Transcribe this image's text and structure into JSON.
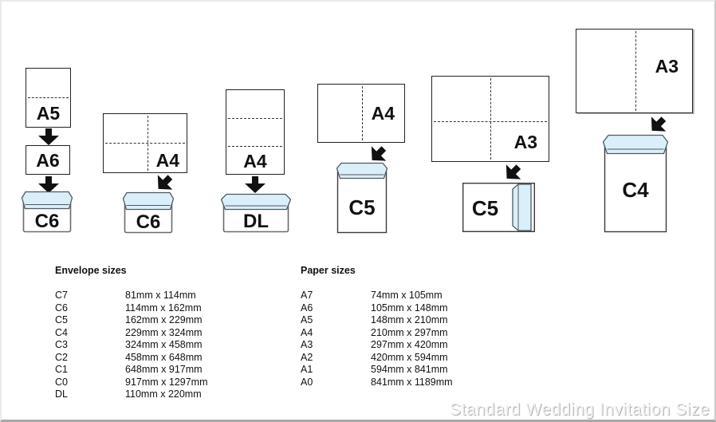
{
  "watermark": "Standard Wedding Invitation Size",
  "diagram": {
    "group1": {
      "paper_top": "A5",
      "paper_mid": "A6",
      "envelope": "C6"
    },
    "group2": {
      "paper": "A4",
      "envelope": "C6"
    },
    "group3": {
      "paper": "A4",
      "envelope": "DL"
    },
    "group4": {
      "paper": "A4",
      "envelope": "C5"
    },
    "group5": {
      "paper": "A3",
      "envelope": "C5"
    },
    "group6": {
      "paper": "A3",
      "envelope": "C4"
    }
  },
  "tables": {
    "envelope": {
      "title": "Envelope sizes",
      "rows": [
        [
          "C7",
          "81mm x 114mm"
        ],
        [
          "C6",
          "114mm x 162mm"
        ],
        [
          "C5",
          "162mm x 229mm"
        ],
        [
          "C4",
          "229mm x 324mm"
        ],
        [
          "C3",
          "324mm x 458mm"
        ],
        [
          "C2",
          "458mm x 648mm"
        ],
        [
          "C1",
          "648mm x 917mm"
        ],
        [
          "C0",
          "917mm x 1297mm"
        ],
        [
          "DL",
          "110mm x 220mm"
        ]
      ]
    },
    "paper": {
      "title": "Paper sizes",
      "rows": [
        [
          "A7",
          "74mm x 105mm"
        ],
        [
          "A6",
          "105mm x 148mm"
        ],
        [
          "A5",
          "148mm x 210mm"
        ],
        [
          "A4",
          "210mm x 297mm"
        ],
        [
          "A3",
          "297mm x 420mm"
        ],
        [
          "A2",
          "420mm x 594mm"
        ],
        [
          "A1",
          "594mm x 841mm"
        ],
        [
          "A0",
          "841mm x 1189mm"
        ]
      ]
    }
  },
  "colors": {
    "flap_fill": "#dbeffa",
    "flap_stroke": "#4d5a61"
  }
}
